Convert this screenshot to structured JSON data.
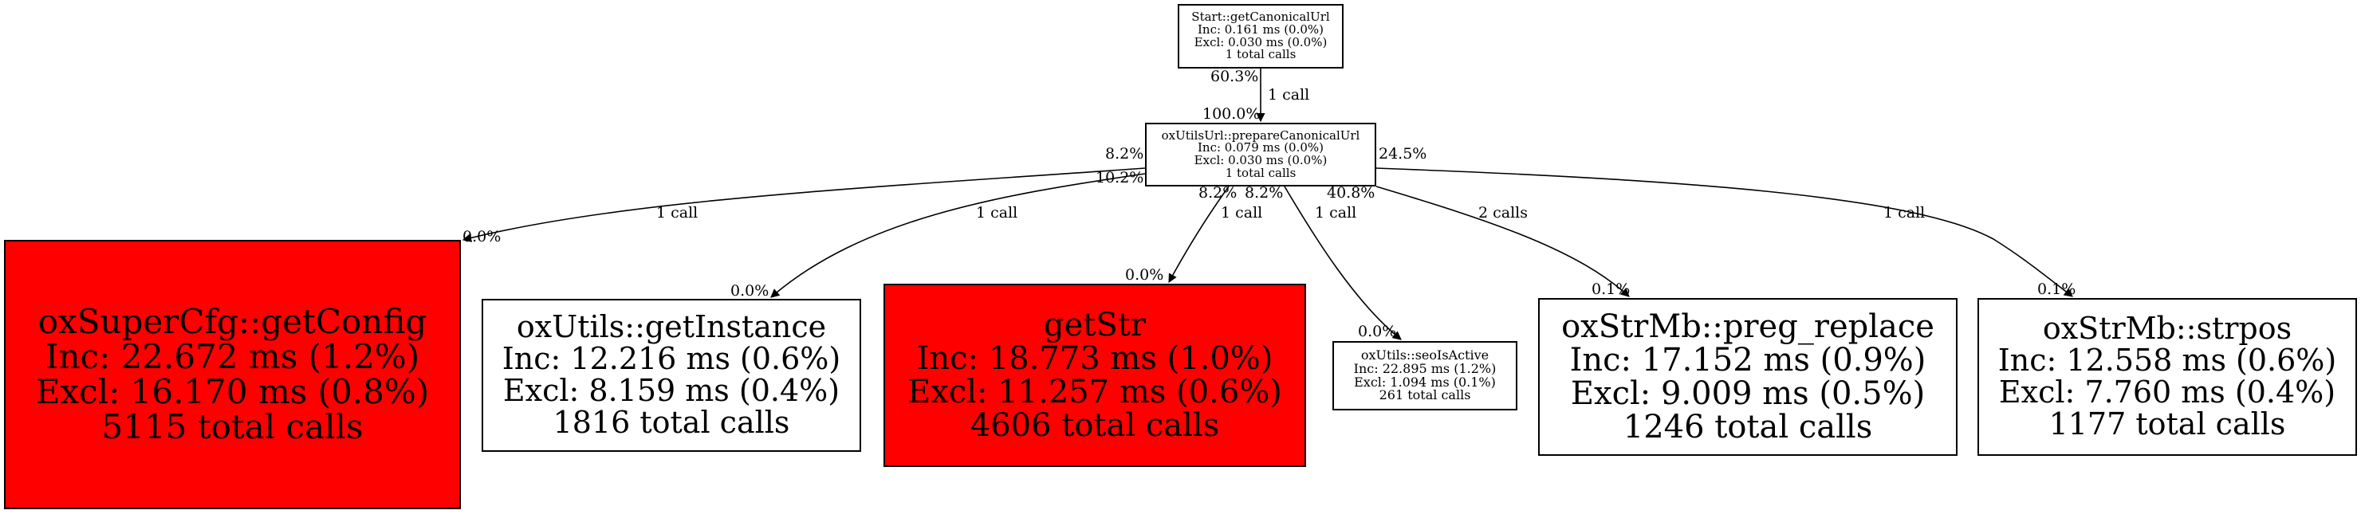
{
  "colors": {
    "hot": "#ff0000",
    "normal": "#ffffff",
    "edge": "#000000"
  },
  "nodes": [
    {
      "id": "start",
      "title": "Start::getCanonicalUrl",
      "inc": "Inc: 0.161 ms (0.0%)",
      "excl": "Excl: 0.030 ms (0.0%)",
      "calls": "1 total calls",
      "hot": false
    },
    {
      "id": "prepare",
      "title": "oxUtilsUrl::prepareCanonicalUrl",
      "inc": "Inc: 0.079 ms (0.0%)",
      "excl": "Excl: 0.030 ms (0.0%)",
      "calls": "1 total calls",
      "hot": false
    },
    {
      "id": "getconfig",
      "title": "oxSuperCfg::getConfig",
      "inc": "Inc: 22.672 ms (1.2%)",
      "excl": "Excl: 16.170 ms (0.8%)",
      "calls": "5115 total calls",
      "hot": true
    },
    {
      "id": "getinstance",
      "title": "oxUtils::getInstance",
      "inc": "Inc: 12.216 ms (0.6%)",
      "excl": "Excl: 8.159 ms (0.4%)",
      "calls": "1816 total calls",
      "hot": false
    },
    {
      "id": "getstr",
      "title": "getStr",
      "inc": "Inc: 18.773 ms (1.0%)",
      "excl": "Excl: 11.257 ms (0.6%)",
      "calls": "4606 total calls",
      "hot": true
    },
    {
      "id": "seoisactive",
      "title": "oxUtils::seoIsActive",
      "inc": "Inc: 22.895 ms (1.2%)",
      "excl": "Excl: 1.094 ms (0.1%)",
      "calls": "261 total calls",
      "hot": false
    },
    {
      "id": "pregreplace",
      "title": "oxStrMb::preg_replace",
      "inc": "Inc: 17.152 ms (0.9%)",
      "excl": "Excl: 9.009 ms (0.5%)",
      "calls": "1246 total calls",
      "hot": false
    },
    {
      "id": "strpos",
      "title": "oxStrMb::strpos",
      "inc": "Inc: 12.558 ms (0.6%)",
      "excl": "Excl: 7.760 ms (0.4%)",
      "calls": "1177 total calls",
      "hot": false
    }
  ],
  "edges": [
    {
      "from": "start",
      "to": "prepare",
      "label": "1 call",
      "tail_pct": "60.3%",
      "head_pct": "100.0%"
    },
    {
      "from": "prepare",
      "to": "getconfig",
      "label": "1 call",
      "tail_pct": "8.2%",
      "head_pct": "0.0%"
    },
    {
      "from": "prepare",
      "to": "getinstance",
      "label": "1 call",
      "tail_pct": "10.2%",
      "head_pct": "0.0%"
    },
    {
      "from": "prepare",
      "to": "getstr",
      "label": "1 call",
      "tail_pct": "8.2%",
      "head_pct": "0.0%"
    },
    {
      "from": "prepare",
      "to": "seoisactive",
      "label": "1 call",
      "tail_pct": "8.2%",
      "head_pct": "0.0%"
    },
    {
      "from": "prepare",
      "to": "pregreplace",
      "label": "2 calls",
      "tail_pct": "40.8%",
      "head_pct": "0.1%"
    },
    {
      "from": "prepare",
      "to": "strpos",
      "label": "1 call",
      "tail_pct": "24.5%",
      "head_pct": "0.1%"
    }
  ]
}
